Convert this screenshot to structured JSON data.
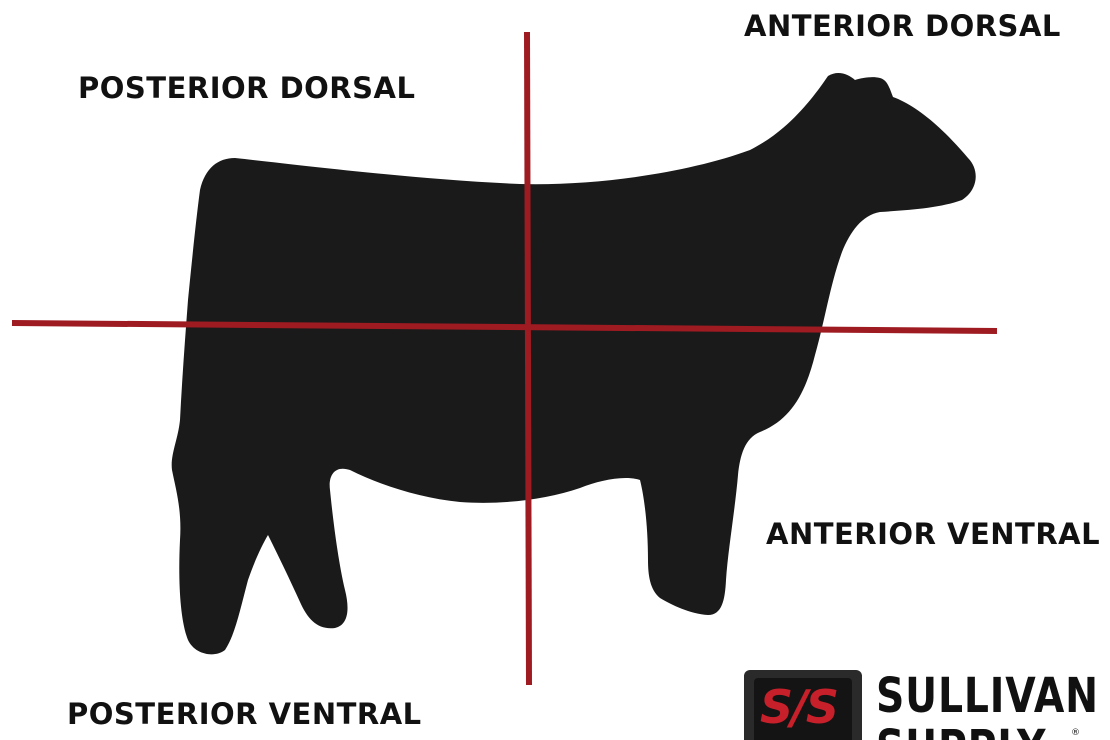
{
  "labels": {
    "anterior_dorsal": "ANTERIOR DORSAL",
    "posterior_dorsal": "POSTERIOR DORSAL",
    "anterior_ventral": "ANTERIOR VENTRAL",
    "posterior_ventral": "POSTERIOR VENTRAL"
  },
  "logo": {
    "mark": "S/S",
    "word1": "SULLIVAN",
    "word2": "SUPPLY",
    "registered": "®"
  },
  "colors": {
    "silhouette": "#1a1a1a",
    "divider_lines": "#9e1b22",
    "logo_accent": "#c8202a",
    "text": "#111111"
  },
  "icons": {
    "silhouette": "cattle-silhouette-icon"
  }
}
